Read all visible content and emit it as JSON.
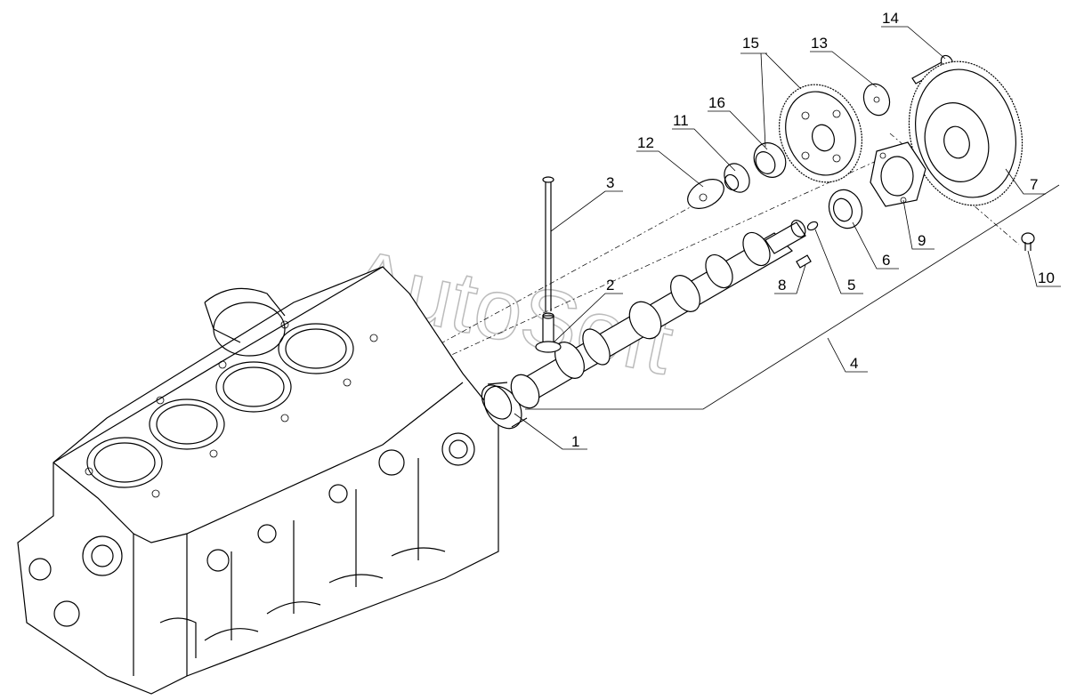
{
  "watermark": "AutoSoft",
  "callouts": {
    "c1": "1",
    "c2": "2",
    "c3": "3",
    "c4": "4",
    "c5": "5",
    "c6": "6",
    "c7": "7",
    "c8": "8",
    "c9": "9",
    "c10": "10",
    "c11": "11",
    "c12": "12",
    "c13": "13",
    "c14": "14",
    "c15": "15",
    "c16": "16"
  }
}
